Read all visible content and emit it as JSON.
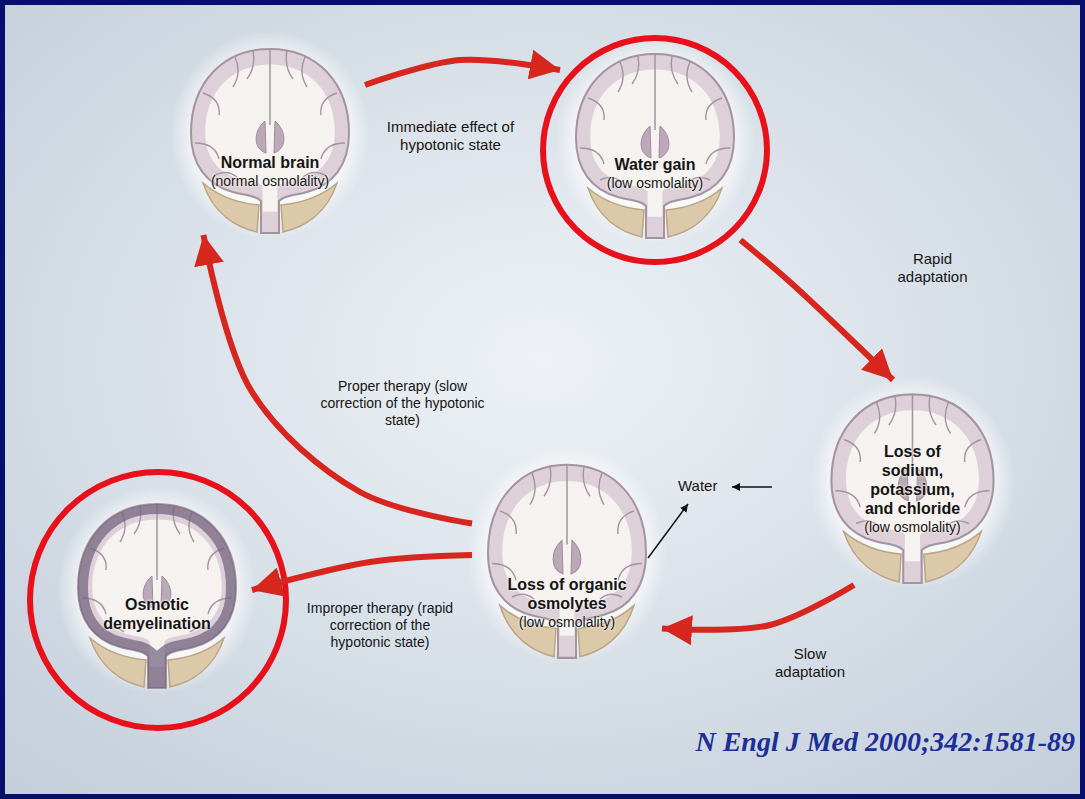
{
  "diagram": {
    "nodes": [
      {
        "text": [
          "Normal brain",
          "(normal osmolality)"
        ]
      },
      {
        "text": [
          "Water gain",
          "(low osmolality)"
        ]
      },
      {
        "text": [
          "Loss of sodium, potassium, and chloride",
          "(low osmolality)"
        ]
      },
      {
        "text": [
          "Loss of organic osmolytes",
          "(low osmolality)"
        ]
      },
      {
        "text": [
          "Osmotic demyelination"
        ]
      }
    ],
    "edges": [
      {
        "from": 0,
        "to": 1,
        "label": "Immediate effect of hypotonic state",
        "arrow": "to"
      },
      {
        "from": 1,
        "to": 2,
        "label": "Rapid adaptation",
        "arrow": "to"
      },
      {
        "from": 2,
        "to": 3,
        "label": "Slow adaptation",
        "arrow": "to"
      },
      {
        "from": 3,
        "to": 4,
        "label": "Improper therapy (rapid correction of the hypotonic state)",
        "arrow": "to"
      },
      {
        "from": 3,
        "to": 0,
        "label": "Proper therapy (slow correction of the hypotonic state)",
        "arrow": "to"
      }
    ],
    "labels": [
      "Water",
      "N Engl J Med 2000;342:1581-89"
    ]
  }
}
